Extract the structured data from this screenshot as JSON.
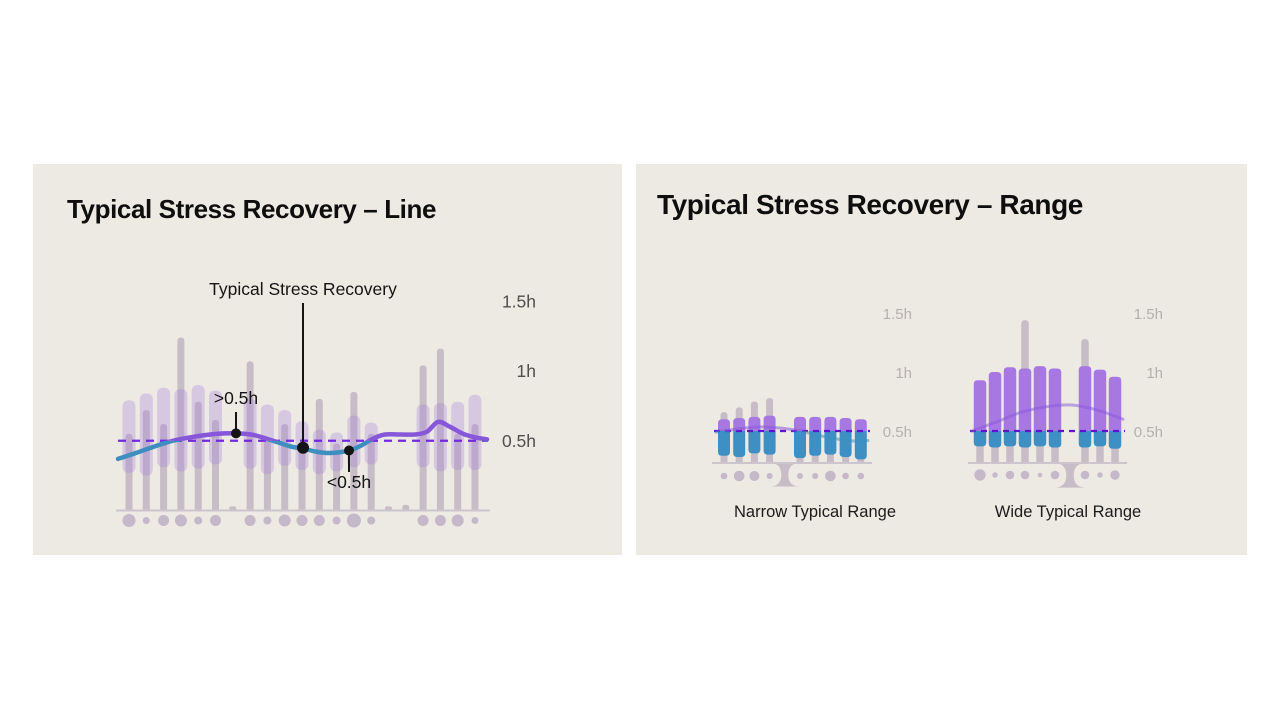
{
  "left_panel": {
    "title": "Typical Stress Recovery – Line"
  },
  "right_panel": {
    "title": "Typical Stress Recovery – Range",
    "captions": [
      "Narrow Typical Range",
      "Wide Typical Range"
    ]
  },
  "colors": {
    "page_bg": "#FFFFFF",
    "panel_bg": "#EDEAE4",
    "band": "rgba(164,122,218,0.30)",
    "spike": "rgba(122,98,136,0.33)",
    "dot": "rgba(146,124,168,0.45)",
    "purple_bar": "#A878E2",
    "blue_bar": "#3E90C4",
    "line_purple": "#8657D8",
    "line_blue": "#3E8EC0",
    "dashed": "#7229E0",
    "dashed_mini": "#5E14CE",
    "baseline": "#CCC5CE",
    "ylabel_left": "#4F4F4F",
    "ylabel_right": "#B5B0AB",
    "annotation": "#141414"
  },
  "chart_data": [
    {
      "id": "typical-line",
      "type": "line",
      "title": "Typical Stress Recovery – Line",
      "ylim": [
        0,
        1.5
      ],
      "yticks": [
        {
          "label": "1.5h",
          "hours": 1.5
        },
        {
          "label": "1h",
          "hours": 1.0
        },
        {
          "label": "0.5h",
          "hours": 0.5
        }
      ],
      "reference_line_hours": 0.5,
      "legend": "line colored purple above 0.5h, blue below 0.5h",
      "annotations": [
        {
          "text": "Typical Stress Recovery",
          "x": 270,
          "dot_hours": 0.45,
          "text_y": 131,
          "side": "above",
          "dot_r": 6
        },
        {
          "text": ">0.5h",
          "x": 203,
          "dot_hours": 0.553,
          "text_y": 240,
          "side": "above",
          "dot_r": 5
        },
        {
          "text": "<0.5h",
          "x": 316,
          "dot_hours": 0.43,
          "text_y": 324,
          "side": "below",
          "dot_r": 5
        }
      ],
      "columns": [
        {
          "band": [
            0.27,
            0.79
          ],
          "spike": 0.55,
          "dot": 6.5
        },
        {
          "band": [
            0.25,
            0.84
          ],
          "spike": 0.72,
          "dot": 3.5
        },
        {
          "band": [
            0.31,
            0.88
          ],
          "spike": 0.62,
          "dot": 5.5
        },
        {
          "band": [
            0.28,
            0.87
          ],
          "spike": 1.24,
          "dot": 6
        },
        {
          "band": [
            0.3,
            0.9
          ],
          "spike": 0.78,
          "dot": 4
        },
        {
          "band": [
            0.33,
            0.86
          ],
          "spike": 0.65,
          "dot": 5.5
        },
        {
          "band": null,
          "spike": 0.03,
          "dot": 0
        },
        {
          "band": [
            0.3,
            0.8
          ],
          "spike": 1.07,
          "dot": 5.5
        },
        {
          "band": [
            0.26,
            0.76
          ],
          "spike": 0.5,
          "dot": 4
        },
        {
          "band": [
            0.32,
            0.72
          ],
          "spike": 0.62,
          "dot": 6
        },
        {
          "band": [
            0.29,
            0.64
          ],
          "spike": 0.45,
          "dot": 5.5
        },
        {
          "band": [
            0.26,
            0.58
          ],
          "spike": 0.8,
          "dot": 5.5
        },
        {
          "band": [
            0.28,
            0.56
          ],
          "spike": 0.48,
          "dot": 4
        },
        {
          "band": [
            0.31,
            0.68
          ],
          "spike": 0.85,
          "dot": 7
        },
        {
          "band": [
            0.33,
            0.63
          ],
          "spike": 0.55,
          "dot": 4
        },
        {
          "band": null,
          "spike": 0.03,
          "dot": 0
        },
        {
          "band": null,
          "spike": 0.04,
          "dot": 0
        },
        {
          "band": [
            0.31,
            0.76
          ],
          "spike": 1.04,
          "dot": 5.5
        },
        {
          "band": [
            0.28,
            0.77
          ],
          "spike": 1.16,
          "dot": 5.5
        },
        {
          "band": [
            0.29,
            0.78
          ],
          "spike": 0.55,
          "dot": 6
        },
        {
          "band": [
            0.29,
            0.83
          ],
          "spike": 0.62,
          "dot": 3.5
        }
      ],
      "curve": [
        [
          85,
          0.37
        ],
        [
          100,
          0.405
        ],
        [
          120,
          0.455
        ],
        [
          140,
          0.5
        ],
        [
          162,
          0.53
        ],
        [
          185,
          0.55
        ],
        [
          203,
          0.553
        ],
        [
          220,
          0.542
        ],
        [
          240,
          0.5
        ],
        [
          258,
          0.458
        ],
        [
          270,
          0.445
        ],
        [
          283,
          0.422
        ],
        [
          297,
          0.412
        ],
        [
          316,
          0.43
        ],
        [
          328,
          0.465
        ],
        [
          340,
          0.515
        ],
        [
          352,
          0.545
        ],
        [
          368,
          0.545
        ],
        [
          382,
          0.545
        ],
        [
          394,
          0.565
        ],
        [
          405,
          0.635
        ],
        [
          417,
          0.6
        ],
        [
          430,
          0.55
        ],
        [
          442,
          0.525
        ],
        [
          454,
          0.51
        ]
      ]
    },
    {
      "id": "narrow-range",
      "type": "bar",
      "title": "Narrow Typical Range",
      "ylim": [
        0,
        1.5
      ],
      "yticks": [
        {
          "label": "1.5h",
          "hours": 1.5
        },
        {
          "label": "1h",
          "hours": 1.0
        },
        {
          "label": "0.5h",
          "hours": 0.5
        }
      ],
      "reference_line_hours": 0.5,
      "columns": [
        {
          "top": 0.6,
          "low": 0.29,
          "spike": 0.66,
          "dot": 3.3
        },
        {
          "top": 0.61,
          "low": 0.28,
          "spike": 0.7,
          "dot": 5.3
        },
        {
          "top": 0.62,
          "low": 0.31,
          "spike": 0.75,
          "dot": 5.0
        },
        {
          "top": 0.63,
          "low": 0.3,
          "spike": 0.78,
          "dot": 3.0
        },
        {
          "top": null,
          "low": null,
          "spike": 0.03,
          "dot": 0
        },
        {
          "top": 0.62,
          "low": 0.27,
          "spike": 0.55,
          "dot": 3.0
        },
        {
          "top": 0.62,
          "low": 0.29,
          "spike": 0.5,
          "dot": 3.0
        },
        {
          "top": 0.62,
          "low": 0.3,
          "spike": 0.55,
          "dot": 5.3
        },
        {
          "top": 0.61,
          "low": 0.28,
          "spike": 0.5,
          "dot": 3.3
        },
        {
          "top": 0.6,
          "low": 0.26,
          "spike": 0.45,
          "dot": 3.3
        }
      ],
      "curve": [
        [
          80,
          0.49
        ],
        [
          104,
          0.52
        ],
        [
          124,
          0.535
        ],
        [
          144,
          0.525
        ],
        [
          164,
          0.5
        ],
        [
          184,
          0.46
        ],
        [
          204,
          0.428
        ],
        [
          218,
          0.415
        ],
        [
          232,
          0.42
        ]
      ]
    },
    {
      "id": "wide-range",
      "type": "bar",
      "title": "Wide Typical Range",
      "ylim": [
        0,
        1.5
      ],
      "yticks": [
        {
          "label": "1.5h",
          "hours": 1.5
        },
        {
          "label": "1h",
          "hours": 1.0
        },
        {
          "label": "0.5h",
          "hours": 0.5
        }
      ],
      "reference_line_hours": 0.5,
      "columns": [
        {
          "top": 0.93,
          "low": 0.37,
          "spike": 0.5,
          "dot": 5.7
        },
        {
          "top": 1.0,
          "low": 0.36,
          "spike": 0.55,
          "dot": 2.7
        },
        {
          "top": 1.04,
          "low": 0.37,
          "spike": 0.6,
          "dot": 4.3
        },
        {
          "top": 1.03,
          "low": 0.36,
          "spike": 1.44,
          "dot": 4.3
        },
        {
          "top": 1.05,
          "low": 0.37,
          "spike": 0.6,
          "dot": 2.3
        },
        {
          "top": 1.03,
          "low": 0.36,
          "spike": 0.55,
          "dot": 4.3
        },
        {
          "top": null,
          "low": null,
          "spike": 0.02,
          "dot": 0
        },
        {
          "top": 1.05,
          "low": 0.36,
          "spike": 1.28,
          "dot": 4.3
        },
        {
          "top": 1.02,
          "low": 0.37,
          "spike": 0.55,
          "dot": 2.7
        },
        {
          "top": 0.96,
          "low": 0.35,
          "spike": 0.5,
          "dot": 4.7
        }
      ],
      "curve": [
        [
          336,
          0.5
        ],
        [
          360,
          0.575
        ],
        [
          384,
          0.655
        ],
        [
          410,
          0.705
        ],
        [
          436,
          0.72
        ],
        [
          462,
          0.675
        ],
        [
          487,
          0.6
        ]
      ]
    }
  ]
}
